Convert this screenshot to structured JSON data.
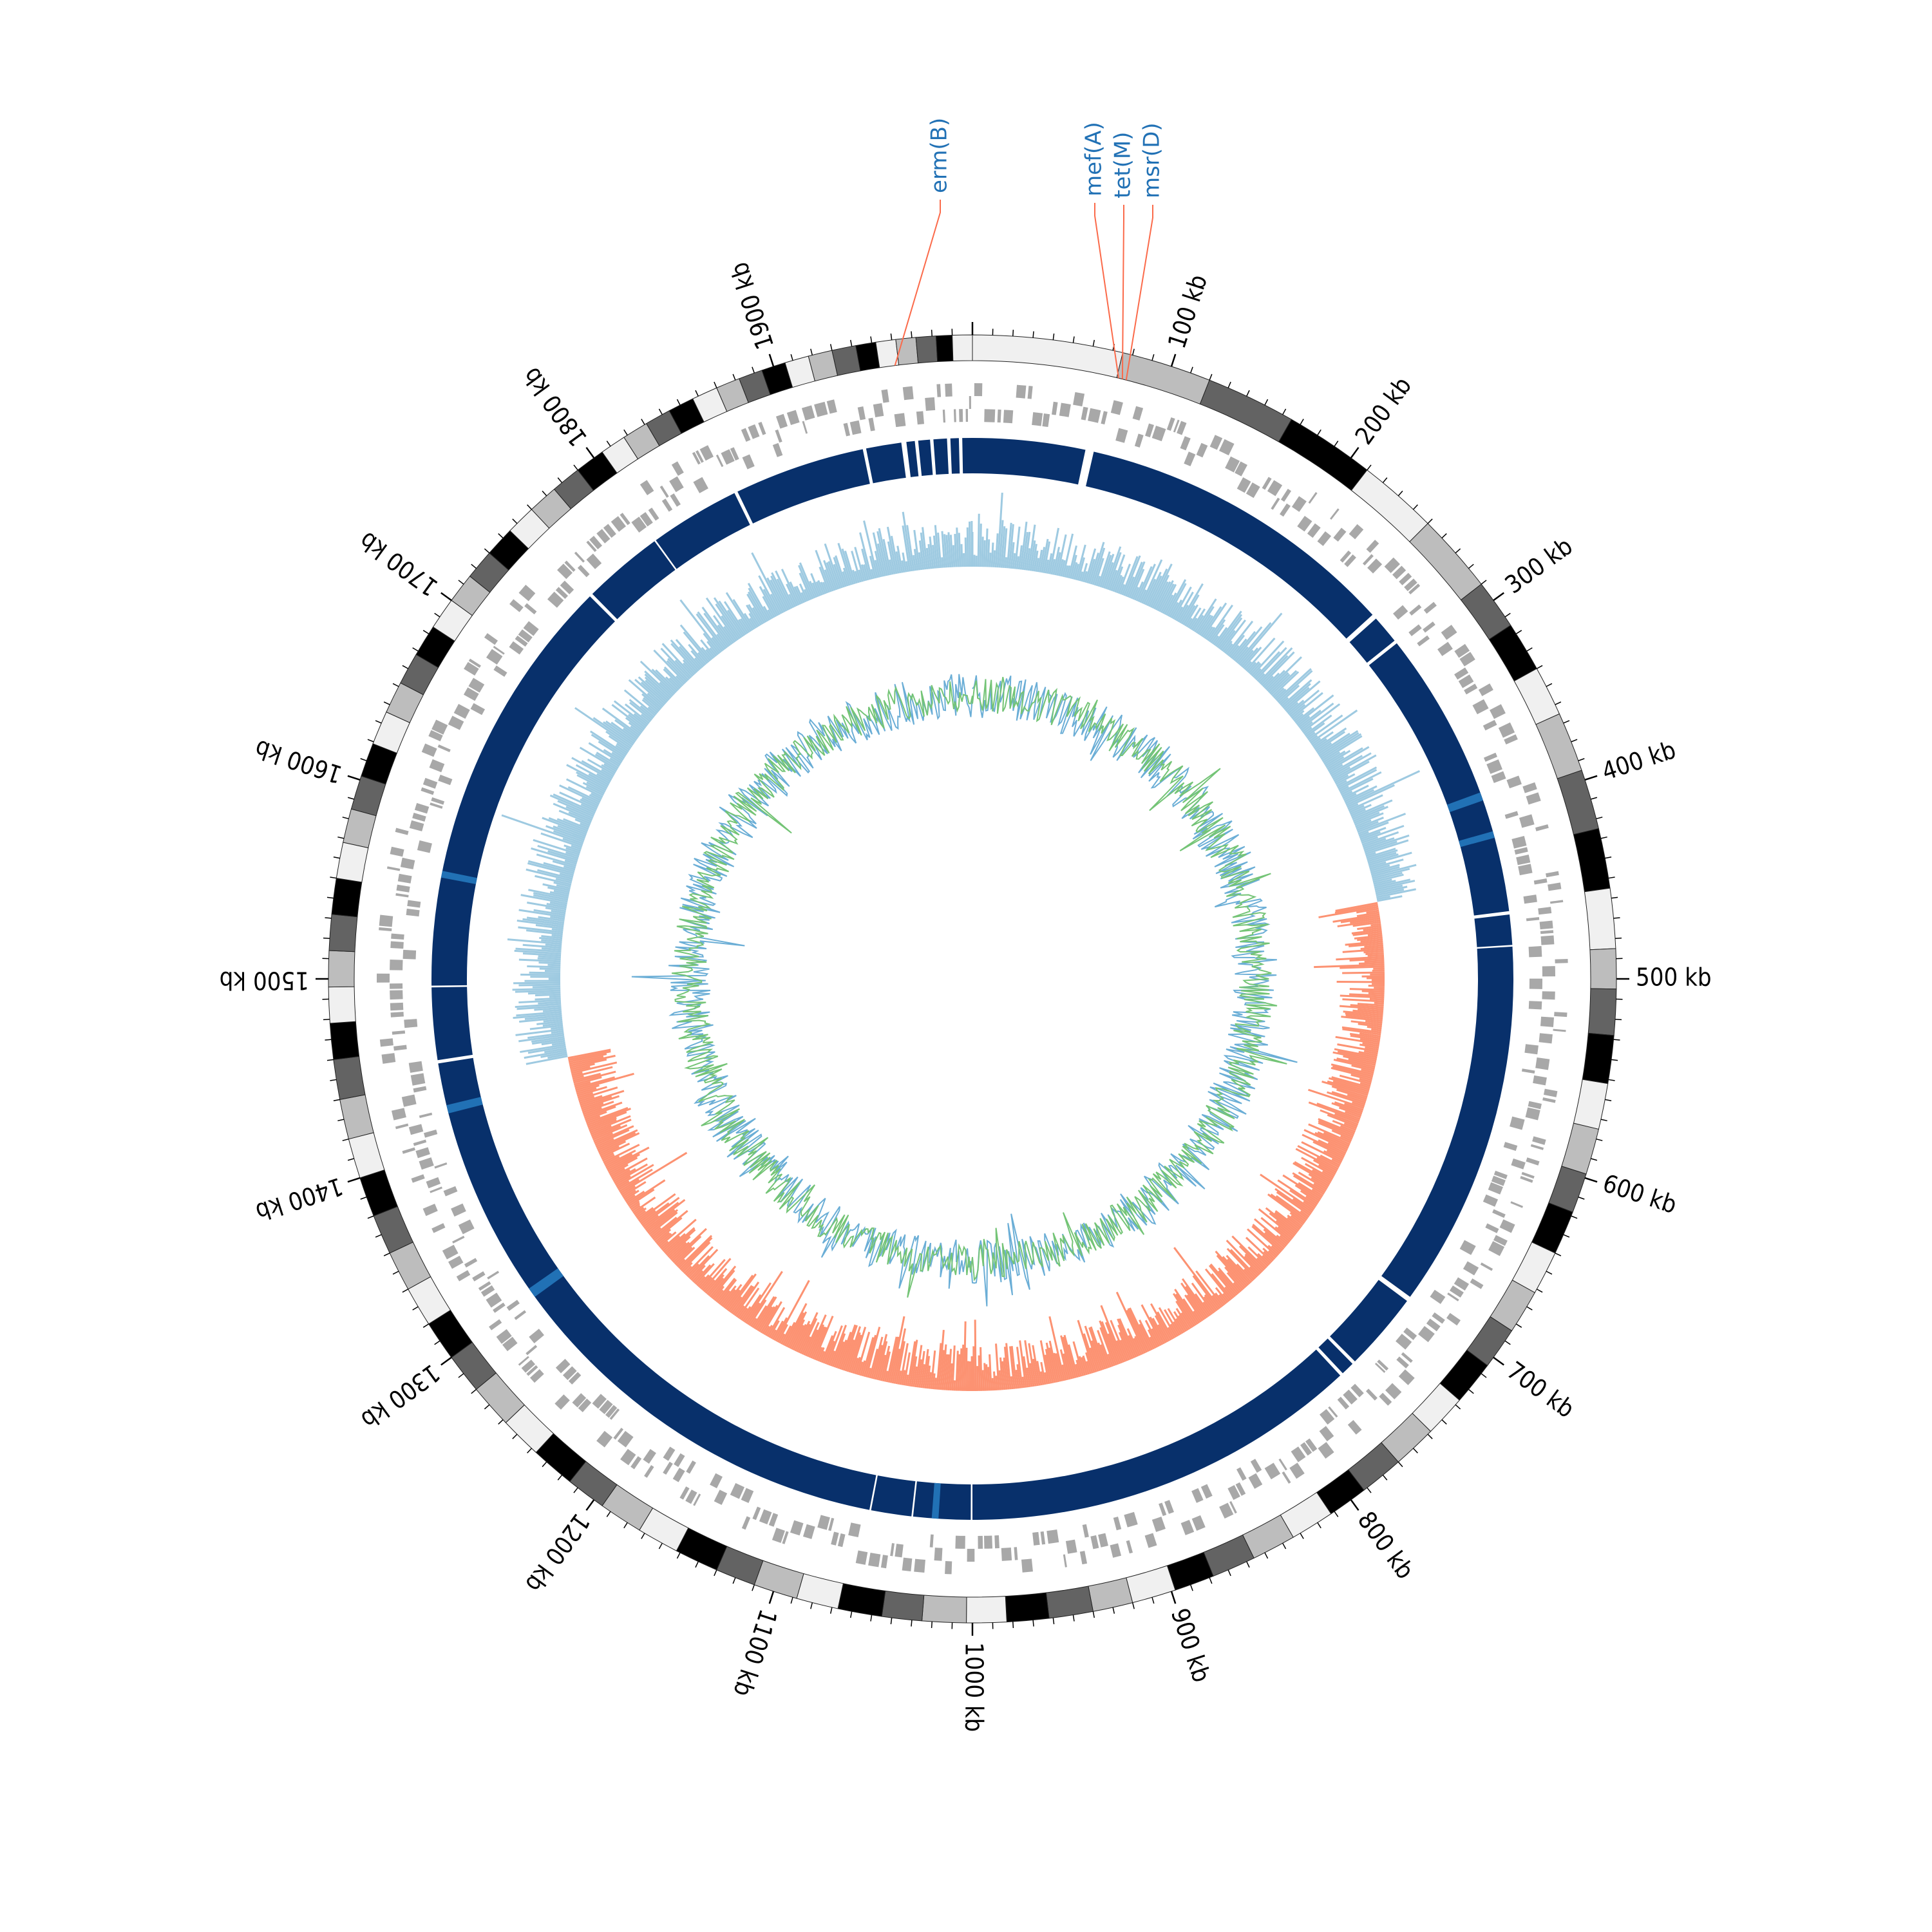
{
  "genome": {
    "length_kb": 2000,
    "unit": "kb",
    "tick_labels": [
      {
        "kb": 100,
        "label": "100 kb"
      },
      {
        "kb": 200,
        "label": "200 kb"
      },
      {
        "kb": 300,
        "label": "300 kb"
      },
      {
        "kb": 400,
        "label": "400 kb"
      },
      {
        "kb": 500,
        "label": "500 kb"
      },
      {
        "kb": 600,
        "label": "600 kb"
      },
      {
        "kb": 700,
        "label": "700 kb"
      },
      {
        "kb": 800,
        "label": "800 kb"
      },
      {
        "kb": 900,
        "label": "900 kb"
      },
      {
        "kb": 1000,
        "label": "1000 kb"
      },
      {
        "kb": 1100,
        "label": "1100 kb"
      },
      {
        "kb": 1200,
        "label": "1200 kb"
      },
      {
        "kb": 1300,
        "label": "1300 kb"
      },
      {
        "kb": 1400,
        "label": "1400 kb"
      },
      {
        "kb": 1500,
        "label": "1500 kb"
      },
      {
        "kb": 1600,
        "label": "1600 kb"
      },
      {
        "kb": 1700,
        "label": "1700 kb"
      },
      {
        "kb": 1800,
        "label": "1800 kb"
      },
      {
        "kb": 1900,
        "label": "1900 kb"
      }
    ]
  },
  "annotations": [
    {
      "kb": 1960,
      "label": "erm(B)"
    },
    {
      "kb": 76,
      "label": "mef(A)"
    },
    {
      "kb": 78,
      "label": "tet(M)"
    },
    {
      "kb": 80,
      "label": "msr(D)"
    }
  ],
  "colors": {
    "contig_shades": [
      "#f0f0f0",
      "#bdbdbd",
      "#636363",
      "#000000"
    ],
    "gene": "#a8a8a8",
    "alignment": "#08306b",
    "alignment_highlight": "#2171b5",
    "gc_positive": "#9ecae1",
    "gc_negative": "#fc9272",
    "skew_blue": "#6baed6",
    "skew_green": "#74c476",
    "annotation_line": "#fb6a4a",
    "annotation_text": "#2171b5"
  },
  "tracks": {
    "contigs_kb_starts": [
      0,
      75,
      120,
      165,
      210,
      250,
      290,
      315,
      340,
      365,
      395,
      425,
      455,
      485,
      505,
      528,
      552,
      575,
      598,
      618,
      640,
      662,
      684,
      705,
      727,
      748,
      770,
      792,
      812,
      834,
      856,
      878,
      898,
      920,
      940,
      962,
      983,
      1003,
      1025,
      1045,
      1067,
      1088,
      1110,
      1130,
      1152,
      1173,
      1195,
      1215,
      1237,
      1258,
      1280,
      1300,
      1320,
      1340,
      1360,
      1380,
      1400,
      1420,
      1440,
      1460,
      1478,
      1496,
      1514,
      1532,
      1550,
      1568,
      1585,
      1602,
      1619,
      1636,
      1652,
      1668,
      1684,
      1700,
      1715,
      1730,
      1745,
      1760,
      1775,
      1790,
      1805,
      1818,
      1831,
      1844,
      1857,
      1870,
      1882,
      1894,
      1906,
      1918,
      1930,
      1942,
      1952,
      1962,
      1972,
      1982,
      1990
    ],
    "alignment_gaps_kb": [
      [
        67,
        72
      ],
      [
        265,
        268
      ],
      [
        285,
        287
      ],
      [
        460,
        462
      ],
      [
        480,
        481
      ],
      [
        700,
        703
      ],
      [
        750,
        752
      ],
      [
        760,
        762
      ],
      [
        1000,
        1001
      ],
      [
        1035,
        1036
      ],
      [
        1060,
        1061
      ],
      [
        1450,
        1452
      ],
      [
        1495,
        1496
      ],
      [
        1750,
        1752
      ],
      [
        1800,
        1801
      ],
      [
        1855,
        1857
      ],
      [
        1935,
        1937
      ],
      [
        1958,
        1961
      ],
      [
        1966,
        1968
      ],
      [
        1975,
        1977
      ],
      [
        1985,
        1987
      ],
      [
        1992,
        1994
      ]
    ]
  }
}
